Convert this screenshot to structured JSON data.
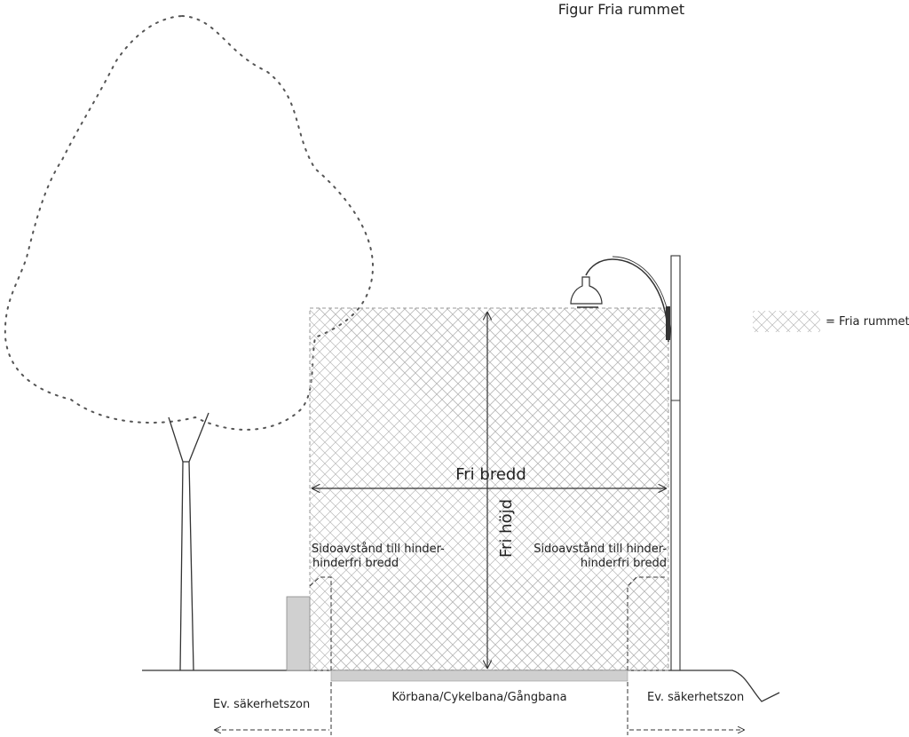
{
  "figure_title": "Figur Fria rummet",
  "legend": {
    "label": "= Fria rummet"
  },
  "labels": {
    "free_width": "Fri bredd",
    "free_height": "Fri höjd",
    "left_side_line1": "Sidoavstånd till hinder-",
    "left_side_line2": "hinderfri bredd",
    "right_side_line1": "Sidoavstånd till hinder-",
    "right_side_line2": "hinderfri bredd",
    "road": "Körbana/Cykelbana/Gångbana",
    "left_zone": "Ev. säkerhetszon",
    "right_zone": "Ev. säkerhetszon"
  }
}
